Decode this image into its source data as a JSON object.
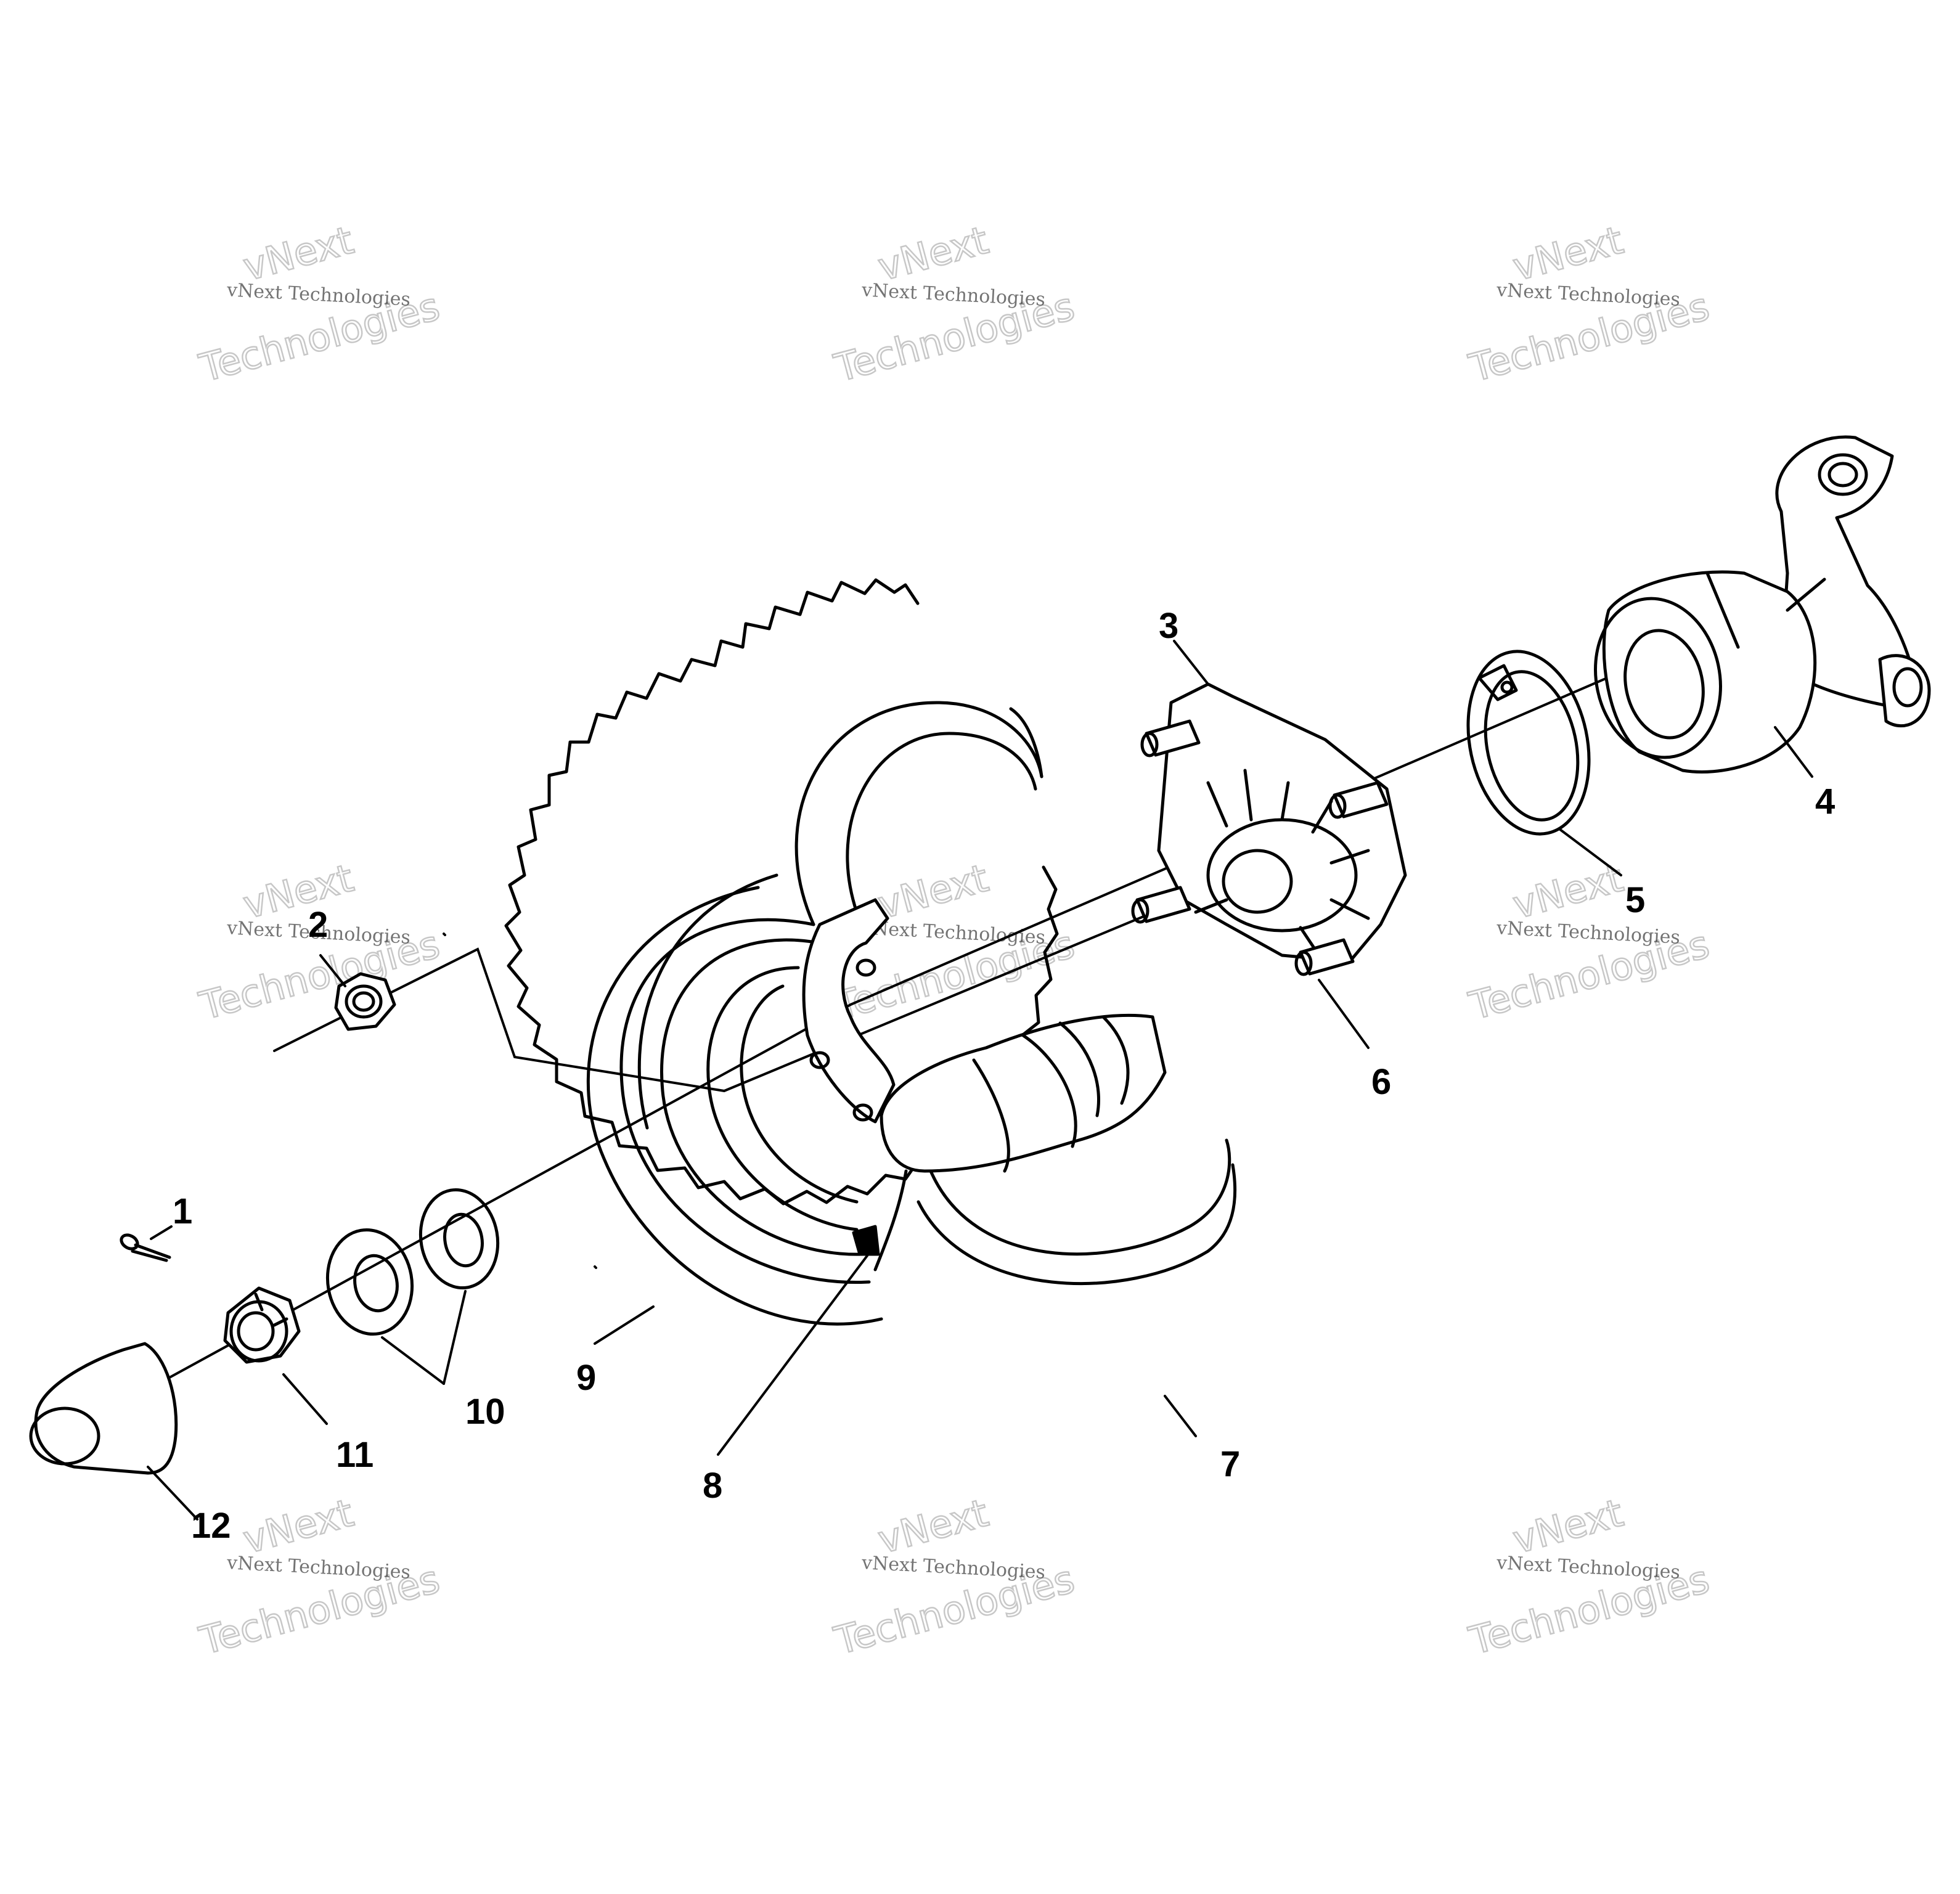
{
  "watermark": {
    "line1": "vNext",
    "line2": "vNext Technologies",
    "line3": "Technologies"
  },
  "callouts": {
    "c1": "1",
    "c2": "2",
    "c3": "3",
    "c4": "4",
    "c5": "5",
    "c6": "6",
    "c7": "7",
    "c8": "8",
    "c9": "9",
    "c10": "10",
    "c11": "11",
    "c12": "12"
  }
}
